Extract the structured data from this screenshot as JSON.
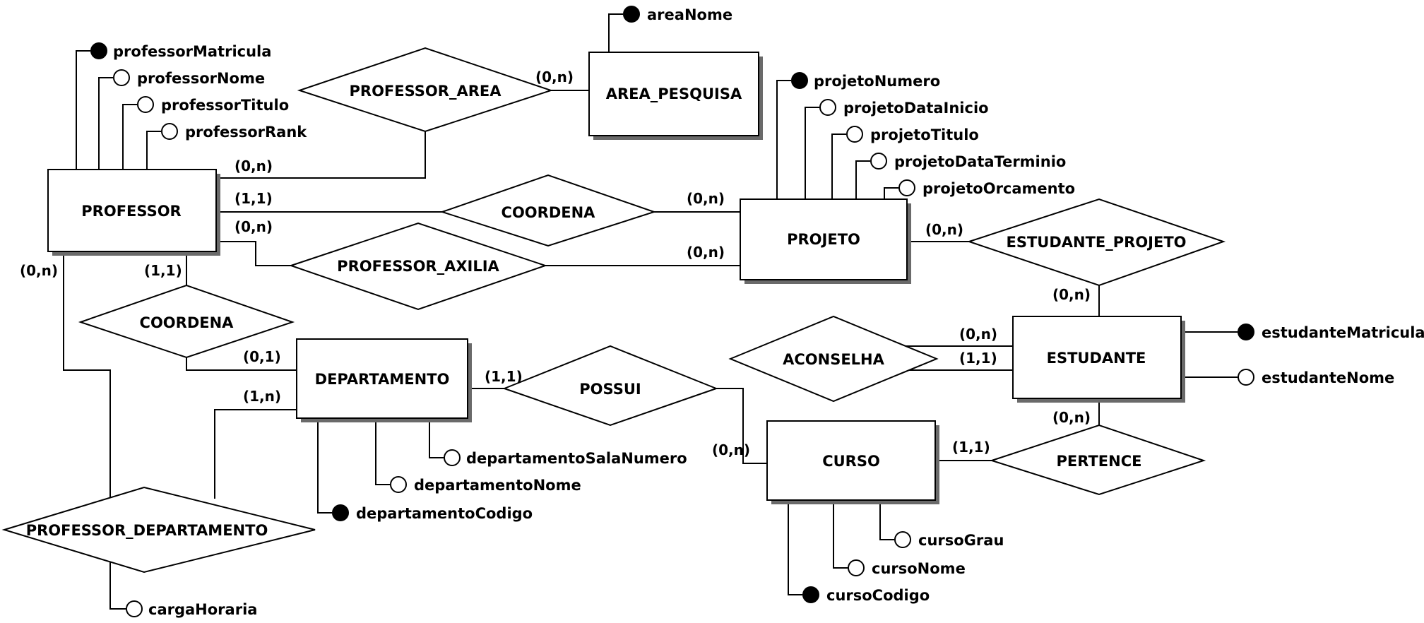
{
  "diagram": {
    "entities": {
      "professor": "PROFESSOR",
      "area_pesquisa": "AREA_PESQUISA",
      "projeto": "PROJETO",
      "estudante": "ESTUDANTE",
      "departamento": "DEPARTAMENTO",
      "curso": "CURSO"
    },
    "relationships": {
      "professor_area": "PROFESSOR_AREA",
      "coordena_projeto": "COORDENA",
      "professor_axilia": "PROFESSOR_AXILIA",
      "estudante_projeto": "ESTUDANTE_PROJETO",
      "coordena_departamento": "COORDENA",
      "aconselha": "ACONSELHA",
      "possui": "POSSUI",
      "pertence": "PERTENCE",
      "professor_departamento": "PROFESSOR_DEPARTAMENTO"
    },
    "attributes": {
      "professorMatricula": "professorMatricula",
      "professorNome": "professorNome",
      "professorTitulo": "professorTitulo",
      "professorRank": "professorRank",
      "areaNome": "areaNome",
      "projetoNumero": "projetoNumero",
      "projetoDataInicio": "projetoDataInicio",
      "projetoTitulo": "projetoTitulo",
      "projetoDataTerminio": "projetoDataTerminio",
      "projetoOrcamento": "projetoOrcamento",
      "estudanteMatricula": "estudanteMatricula",
      "estudanteNome": "estudanteNome",
      "departamentoSalaNumero": "departamentoSalaNumero",
      "departamentoNome": "departamentoNome",
      "departamentoCodigo": "departamentoCodigo",
      "cursoGrau": "cursoGrau",
      "cursoNome": "cursoNome",
      "cursoCodigo": "cursoCodigo",
      "cargaHoraria": "cargaHoraria"
    },
    "cardinalities": {
      "prof_area_prof": "(0,n)",
      "prof_area_area": "(0,n)",
      "coord_proj_prof": "(1,1)",
      "coord_proj_proj": "(0,n)",
      "axilia_prof": "(0,n)",
      "axilia_proj": "(0,n)",
      "estproj_proj": "(0,n)",
      "estproj_est": "(0,n)",
      "prof_dep_prof": "(0,n)",
      "coord_dep_prof": "(1,1)",
      "coord_dep_dep": "(0,1)",
      "prof_dep_dep": "(1,n)",
      "possui_dep": "(1,1)",
      "possui_curso": "(0,n)",
      "aconselha_top": "(0,n)",
      "aconselha_bottom": "(1,1)",
      "pertence_est": "(0,n)",
      "pertence_curso": "(1,1)"
    },
    "colors": {
      "line": "#000000",
      "fill": "#ffffff",
      "shadow": "#6a6a6a"
    }
  }
}
